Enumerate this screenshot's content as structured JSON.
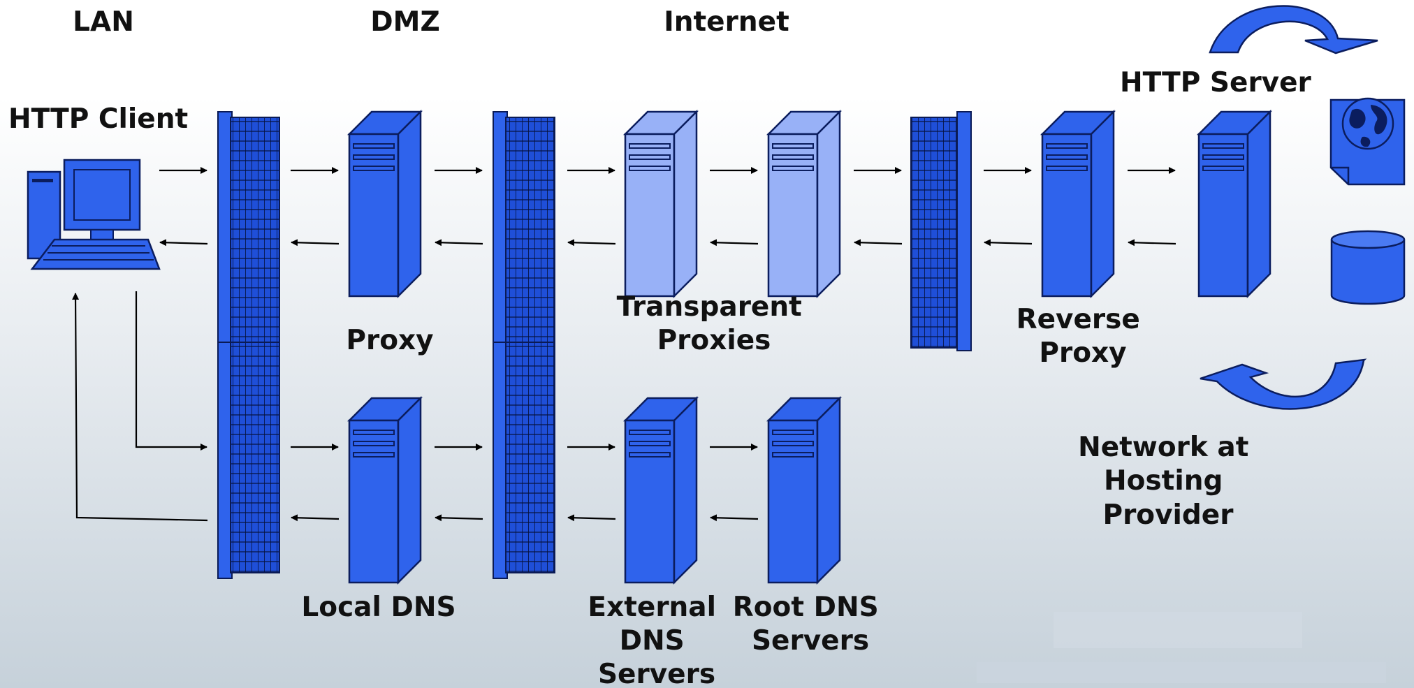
{
  "zones": {
    "lan": "LAN",
    "dmz": "DMZ",
    "internet": "Internet"
  },
  "labels": {
    "http_client": "HTTP Client",
    "http_server": "HTTP Server",
    "proxy": "Proxy",
    "transparent_proxies": [
      "Transparent",
      "Proxies"
    ],
    "reverse_proxy": [
      "Reverse",
      "Proxy"
    ],
    "network_hosting": [
      "Network at",
      "Hosting",
      "Provider"
    ],
    "local_dns": "Local DNS",
    "external_dns": [
      "External",
      "DNS",
      "Servers"
    ],
    "root_dns": [
      "Root DNS",
      "Servers"
    ]
  },
  "colors": {
    "server_blue": "#2f63ec",
    "server_light": "#98b1f7",
    "outline": "#0b1d5e"
  },
  "icons": [
    "desktop-computer-icon",
    "firewall-icon",
    "server-icon",
    "web-document-icon",
    "database-icon",
    "curved-arrow-icon"
  ]
}
